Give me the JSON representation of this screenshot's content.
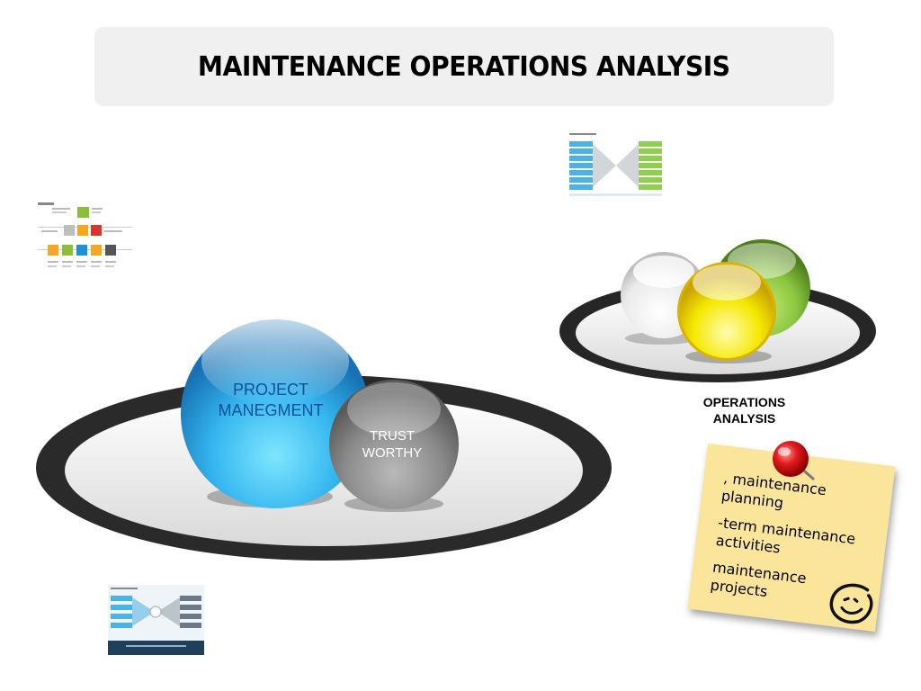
{
  "slide": {
    "title": "MAINTENANCE OPERATIONS ANALYSIS"
  },
  "main_diagram": {
    "big_sphere_line1": "PROJECT",
    "big_sphere_line2": "MANEGMENT",
    "small_sphere_line1": "TRUST",
    "small_sphere_line2": "WORTHY",
    "colors": {
      "blue": "#2a9be0",
      "gray": "#8a8a8a"
    }
  },
  "ops_diagram": {
    "label_line1": "OPERATIONS",
    "label_line2": "ANALYSIS",
    "colors": {
      "white": "#f2f2f2",
      "green": "#8cc63f",
      "yellow": "#f4e400"
    }
  },
  "sticky_note": {
    "line1a": ", maintenance",
    "line1b": "planning",
    "line2a": "-term maintenance",
    "line2b": "activities",
    "line3a": "maintenance",
    "line3b": "projects",
    "icons": [
      "pushpin-icon",
      "smiley-icon"
    ]
  },
  "thumbnails": [
    "letter-blocks-thumbnail",
    "butterfly-diagram-thumbnail-top",
    "butterfly-diagram-thumbnail-bottom"
  ]
}
